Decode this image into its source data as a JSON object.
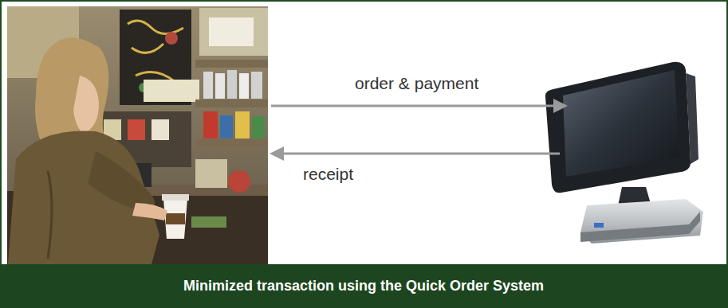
{
  "diagram": {
    "caption": "Minimized transaction using the Quick Order System",
    "labels": [
      "order & payment",
      "receipt"
    ]
  }
}
